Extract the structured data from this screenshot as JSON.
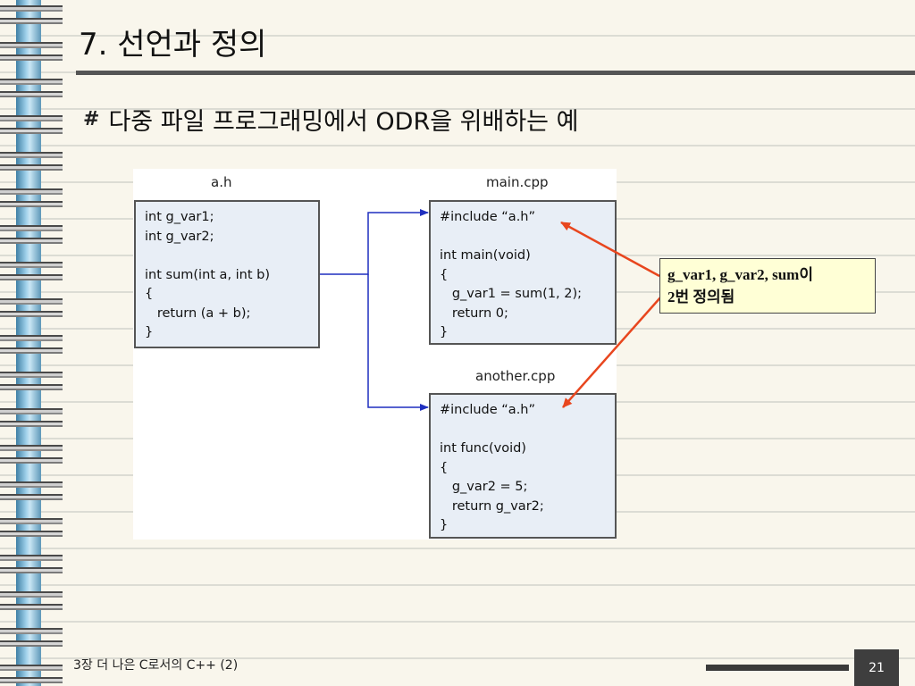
{
  "slide": {
    "title": "7. 선언과 정의",
    "subtitle": "다중 파일 프로그래밍에서 ODR을 위배하는 예",
    "bullet_icon": "hash-bullet-icon"
  },
  "diagram": {
    "files": [
      {
        "name": "a.h",
        "lines": [
          "int g_var1;",
          "int g_var2;",
          "",
          "int sum(int a, int b)",
          "{",
          "   return (a + b);",
          "}"
        ]
      },
      {
        "name": "main.cpp",
        "lines": [
          "#include “a.h”",
          "",
          "int main(void)",
          "{",
          "   g_var1 = sum(1, 2);",
          "   return 0;",
          "}"
        ]
      },
      {
        "name": "another.cpp",
        "lines": [
          "#include “a.h”",
          "",
          "int func(void)",
          "{",
          "   g_var2 = 5;",
          "   return g_var2;",
          "}"
        ]
      }
    ],
    "colors": {
      "connector": "#1f2fbf",
      "callout_arrow": "#e8461e",
      "box_fill": "#e8eef6"
    }
  },
  "callout": {
    "line1": "g_var1, g_var2, sum이",
    "line2": "2번 정의됨"
  },
  "footer": {
    "chapter": "3장 더 나은 C로서의 C++ (2)",
    "page": "21"
  }
}
